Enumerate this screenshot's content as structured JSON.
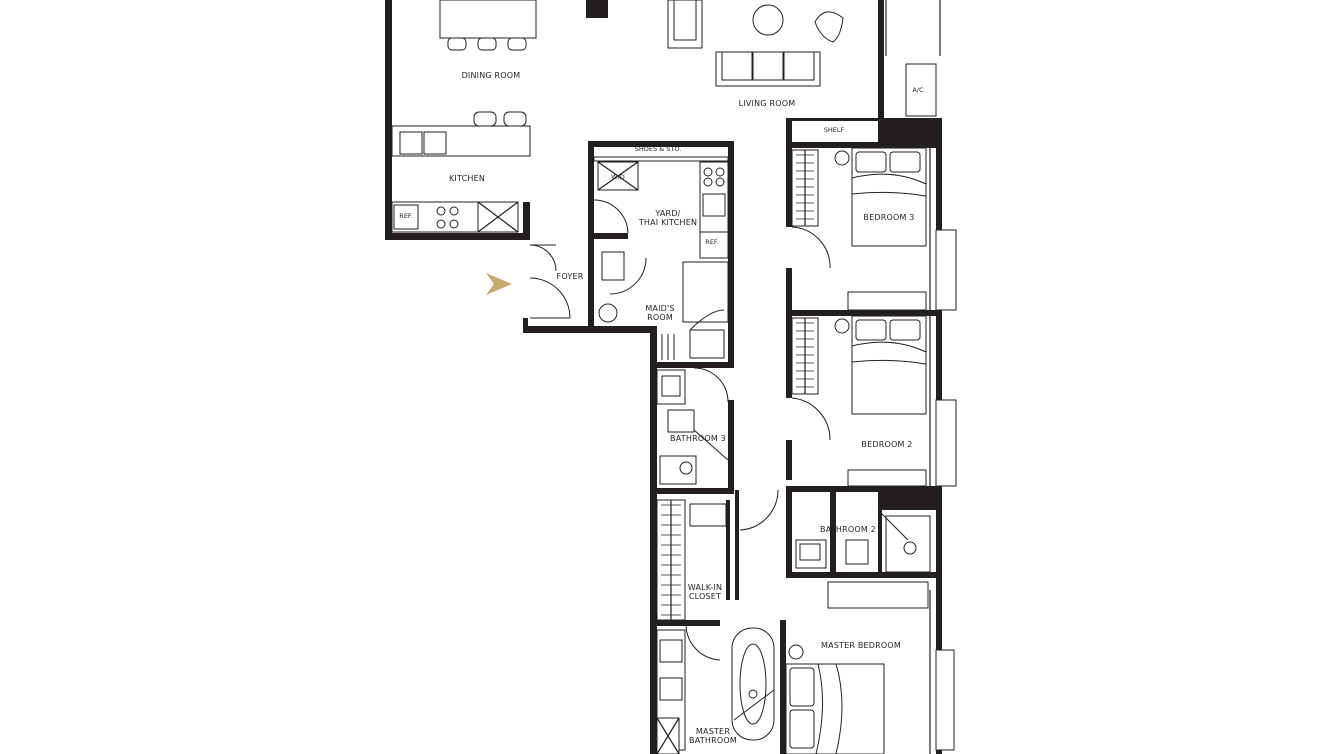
{
  "floor_plan": {
    "rooms": [
      {
        "id": "dining",
        "label": "DINING ROOM"
      },
      {
        "id": "living",
        "label": "LIVING ROOM"
      },
      {
        "id": "kitchen",
        "label": "KITCHEN"
      },
      {
        "id": "foyer",
        "label": "FOYER"
      },
      {
        "id": "yard",
        "label_lines": [
          "YARD/",
          "THAI KITCHEN"
        ]
      },
      {
        "id": "maid",
        "label_lines": [
          "MAID'S",
          "ROOM"
        ]
      },
      {
        "id": "bedroom3",
        "label": "BEDROOM 3"
      },
      {
        "id": "bedroom2",
        "label": "BEDROOM 2"
      },
      {
        "id": "bathroom3",
        "label": "BATHROOM 3"
      },
      {
        "id": "bathroom2",
        "label": "BATHROOM 2"
      },
      {
        "id": "walkin",
        "label_lines": [
          "WALK-IN",
          "CLOSET"
        ]
      },
      {
        "id": "master_bedroom",
        "label": "MASTER BEDROOM"
      },
      {
        "id": "master_bath",
        "label_lines": [
          "MASTER",
          "BATHROOM"
        ]
      }
    ],
    "fixtures": {
      "shoes": "SHOES & STO.",
      "wd": "W/D",
      "ref_kitchen": "REF.",
      "ref_yard": "REF.",
      "shelf": "SHELF",
      "ac": "A/C"
    },
    "colors": {
      "wall": "#231f20",
      "entrance_arrow": "#c8a96e",
      "background": "#ffffff"
    },
    "icons": [
      "entrance-arrow-icon"
    ]
  }
}
